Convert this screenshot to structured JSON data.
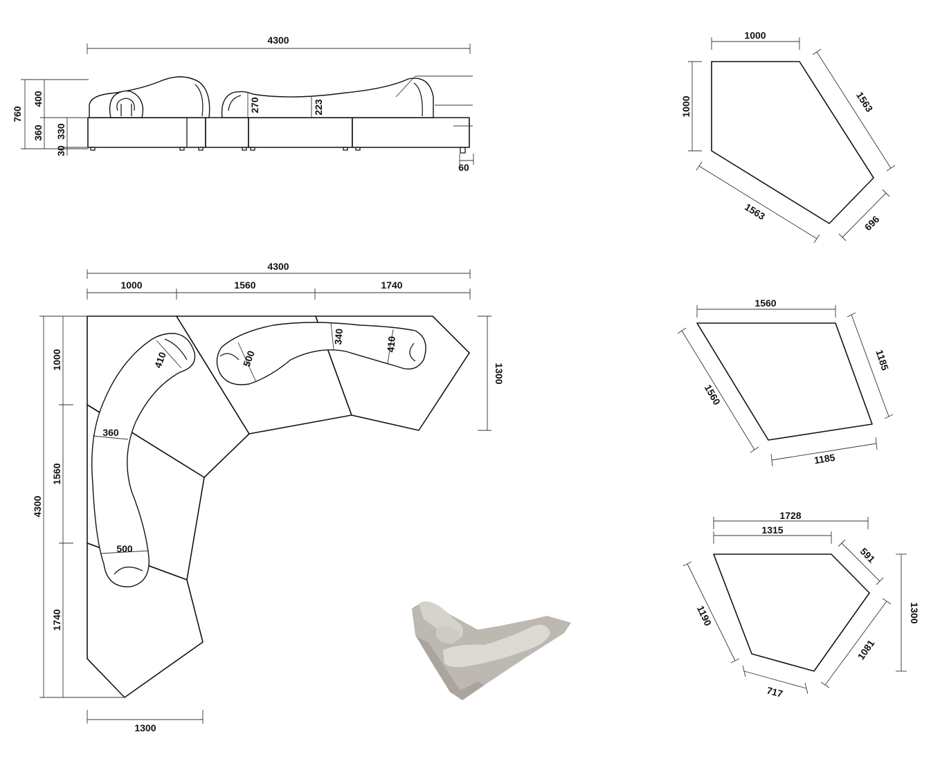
{
  "side_view": {
    "overall_width": "4300",
    "total_height": "760",
    "back_height": "400",
    "seat_height": "360",
    "base_height": "330",
    "leg_height": "30",
    "leg_offset": "60",
    "bolster_left_height": "270",
    "bolster_right_height": "223"
  },
  "plan_view": {
    "overall_width": "4300",
    "seg_1_width": "1000",
    "seg_2_width": "1560",
    "seg_3_width": "1740",
    "overall_depth": "4300",
    "depth_1": "1000",
    "depth_2": "1560",
    "depth_3": "1740",
    "right_end_depth": "1300",
    "bottom_end_width": "1300",
    "back_depth_a": "410",
    "back_depth_b": "500",
    "back_depth_c": "340",
    "back_depth_d": "410",
    "back_depth_e": "360",
    "back_depth_f": "500"
  },
  "module_a": {
    "top": "1000",
    "left": "1000",
    "right_diag": "1563",
    "bottom_diag": "1563",
    "bottom_right": "696"
  },
  "module_b": {
    "top": "1560",
    "right": "1185",
    "left": "1560",
    "bottom": "1185"
  },
  "module_c": {
    "overall_top": "1728",
    "top": "1315",
    "top_right": "591",
    "right_height": "1300",
    "left": "1190",
    "bottom_right": "1081",
    "bottom": "717"
  },
  "photo": {
    "icon": "sofa-photo-icon",
    "color": "#c9c4bd"
  }
}
